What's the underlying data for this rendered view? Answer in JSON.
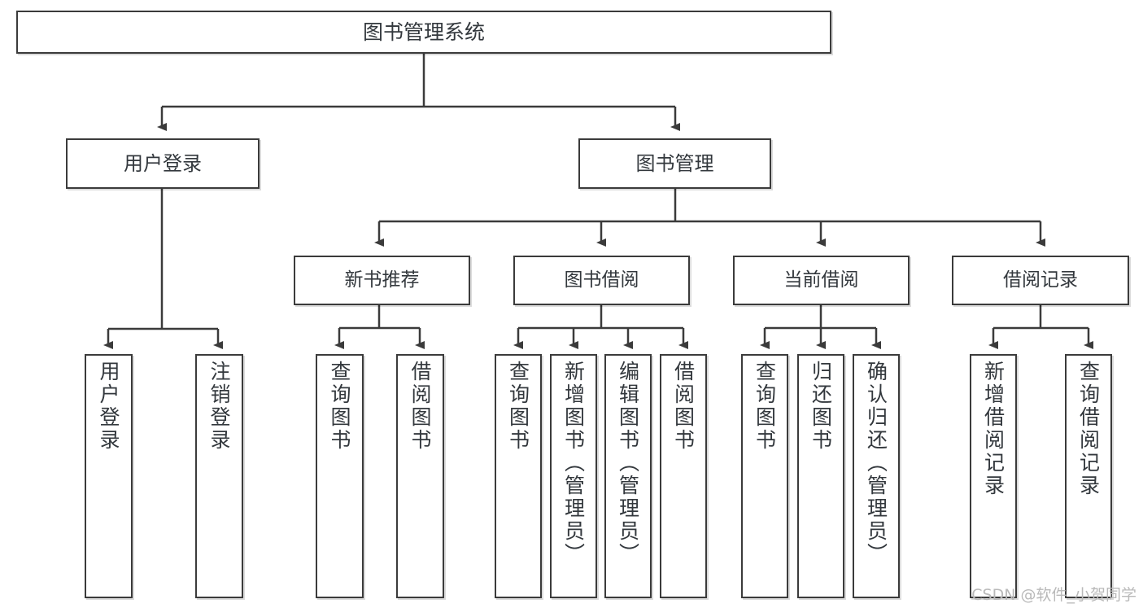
{
  "diagram": {
    "type": "tree-hierarchy",
    "title": "图书管理系统",
    "root": {
      "label": "图书管理系统"
    },
    "level1": [
      {
        "label": "用户登录"
      },
      {
        "label": "图书管理"
      }
    ],
    "level2": [
      {
        "label": "新书推荐"
      },
      {
        "label": "图书借阅"
      },
      {
        "label": "当前借阅"
      },
      {
        "label": "借阅记录"
      }
    ],
    "leaves": {
      "user_login": [
        {
          "label": "用户登录"
        },
        {
          "label": "注销登录"
        }
      ],
      "new_book_recommend": [
        {
          "label": "查询图书"
        },
        {
          "label": "借阅图书"
        }
      ],
      "book_borrow": [
        {
          "label": "查询图书"
        },
        {
          "label": "新增图书（管理员）"
        },
        {
          "label": "编辑图书（管理员）"
        },
        {
          "label": "借阅图书"
        }
      ],
      "current_borrow": [
        {
          "label": "查询图书"
        },
        {
          "label": "归还图书"
        },
        {
          "label": "确认归还（管理员）"
        }
      ],
      "borrow_record": [
        {
          "label": "新增借阅记录"
        },
        {
          "label": "查询借阅记录"
        }
      ]
    }
  },
  "watermark": {
    "text": "CSDN @软件_小贺同学"
  },
  "colors": {
    "border": "#3b3b3b",
    "text": "#33383d",
    "background": "#ffffff",
    "watermark": "#b9b9b9"
  }
}
